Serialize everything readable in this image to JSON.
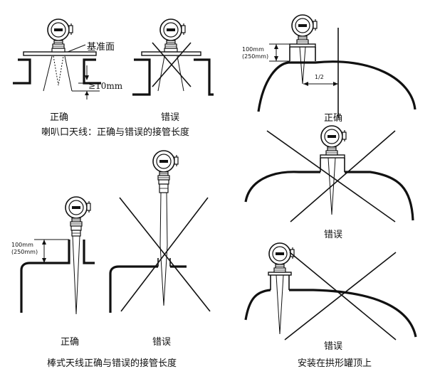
{
  "panel_horn": {
    "reference_label": "基准面",
    "dimension": "≥10mm",
    "correct": "正确",
    "wrong": "错误",
    "caption": "喇叭口天线：正确与错误的接管长度"
  },
  "panel_dome": {
    "dim_top": "100mm",
    "dim_bottom": "(250mm)",
    "half": "1/2",
    "correct": "正确",
    "wrong_1": "错误",
    "wrong_2": "错误",
    "caption": "安装在拱形罐顶上"
  },
  "panel_rod": {
    "dim_top": "100mm",
    "dim_bottom": "(250mm)",
    "correct": "正确",
    "wrong": "错误",
    "caption": "棒式天线正确与错误的接管长度"
  }
}
